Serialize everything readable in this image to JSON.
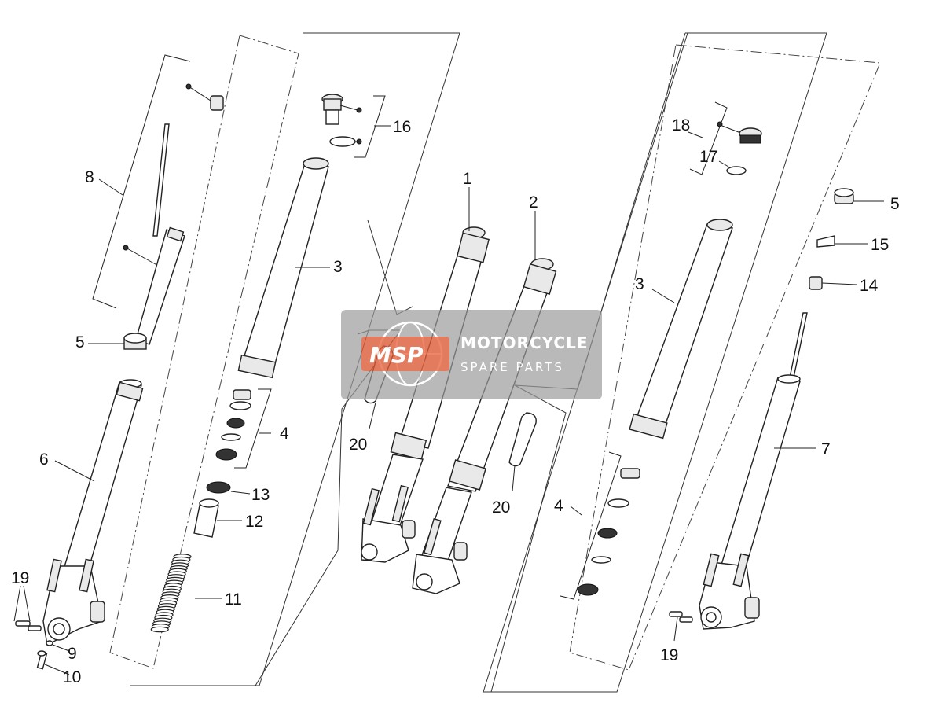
{
  "diagram": {
    "type": "exploded-parts-diagram",
    "callouts": [
      {
        "id": "c8",
        "text": "8"
      },
      {
        "id": "c5a",
        "text": "5"
      },
      {
        "id": "c6",
        "text": "6"
      },
      {
        "id": "c19a",
        "text": "19"
      },
      {
        "id": "c9",
        "text": "9"
      },
      {
        "id": "c10",
        "text": "10"
      },
      {
        "id": "c16",
        "text": "16"
      },
      {
        "id": "c3a",
        "text": "3"
      },
      {
        "id": "c4a",
        "text": "4"
      },
      {
        "id": "c13",
        "text": "13"
      },
      {
        "id": "c12",
        "text": "12"
      },
      {
        "id": "c11",
        "text": "11"
      },
      {
        "id": "c1",
        "text": "1"
      },
      {
        "id": "c2",
        "text": "2"
      },
      {
        "id": "c20a",
        "text": "20"
      },
      {
        "id": "c20b",
        "text": "20"
      },
      {
        "id": "c18",
        "text": "18"
      },
      {
        "id": "c17",
        "text": "17"
      },
      {
        "id": "c3b",
        "text": "3"
      },
      {
        "id": "c4b",
        "text": "4"
      },
      {
        "id": "c5b",
        "text": "5"
      },
      {
        "id": "c15",
        "text": "15"
      },
      {
        "id": "c14",
        "text": "14"
      },
      {
        "id": "c7",
        "text": "7"
      },
      {
        "id": "c19b",
        "text": "19"
      }
    ]
  },
  "watermark": {
    "logo": "MSP",
    "title": "MOTORCYCLE",
    "subtitle": "SPARE PARTS",
    "logo_color": "#e8542a",
    "box_color": "#9a9a9a"
  }
}
